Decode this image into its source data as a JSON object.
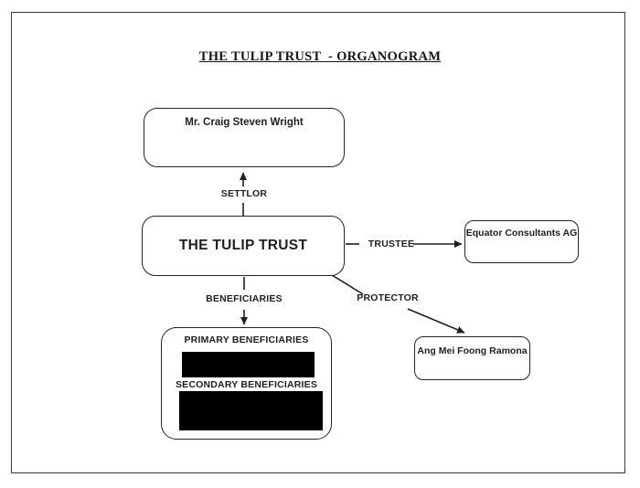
{
  "title": "THE TULIP TRUST  - ORGANOGRAM",
  "nodes": {
    "settlor_person": {
      "label": "Mr. Craig Steven Wright"
    },
    "trust": {
      "label": "THE TULIP TRUST"
    },
    "trustee_company": {
      "label": "Equator Consultants AG"
    },
    "protector_person": {
      "label": "Ang Mei Foong Ramona"
    },
    "beneficiaries": {
      "primary_heading": "PRIMARY BENEFICIARIES",
      "secondary_heading": "SECONDARY BENEFICIARIES"
    }
  },
  "connectors": {
    "settlor": {
      "label": "SETTLOR"
    },
    "trustee": {
      "label": "TRUSTEE"
    },
    "beneficiaries": {
      "label": "BENEFICIARIES"
    },
    "protector": {
      "label": "PROTECTOR"
    }
  },
  "colors": {
    "ink": "#1f1f1f",
    "redaction": "#000000",
    "background": "#ffffff"
  }
}
